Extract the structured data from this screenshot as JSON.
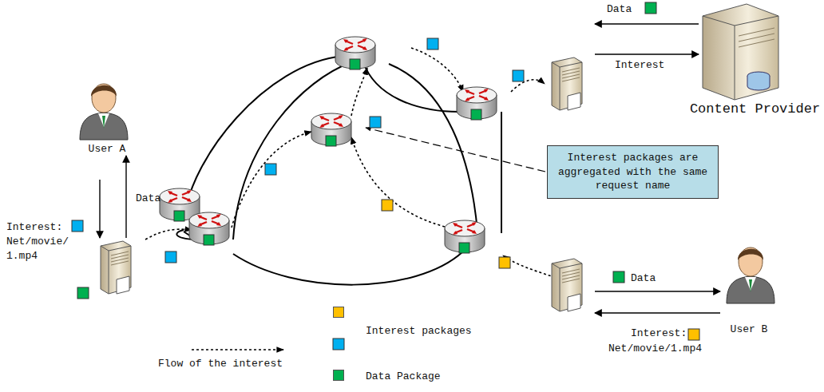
{
  "diagram": {
    "nodes": [
      {
        "text": [
          "User A"
        ]
      },
      {
        "text": [
          "Content Provider"
        ]
      },
      {
        "text": [
          "Interest packages are aggregated with the same request name"
        ]
      },
      {
        "text": [
          "User B"
        ]
      }
    ],
    "labels": [
      "Interest:",
      "Net/movie/ 1.mp4",
      "Data",
      "Data",
      "Interest",
      "Data",
      "Interest:",
      "Net/movie/1.mp4"
    ],
    "legend": [
      {
        "text": "Flow of the interest"
      },
      {
        "text": "Interest packages",
        "color": "#ffc000"
      },
      {
        "text": "Data Package",
        "color": "#00b050"
      }
    ]
  }
}
